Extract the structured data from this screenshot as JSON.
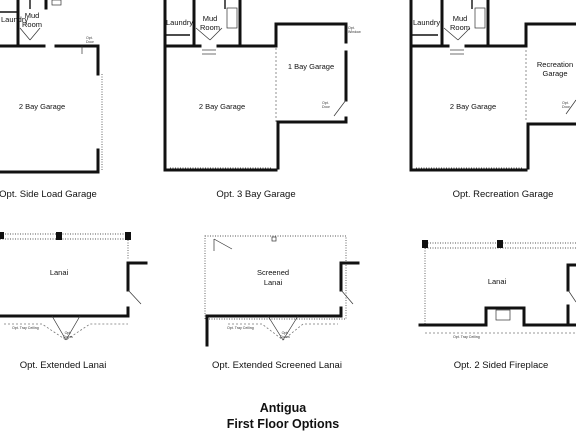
{
  "panels": {
    "side_load": {
      "caption": "Opt. Side Load Garage",
      "rooms": {
        "laundry": "Laundry",
        "mud_room": [
          "Mud",
          "Room"
        ],
        "garage": "2 Bay Garage"
      },
      "notes": {
        "opt_door": [
          "Opt.",
          "Door"
        ]
      }
    },
    "three_bay": {
      "caption": "Opt. 3 Bay Garage",
      "rooms": {
        "laundry": "Laundry",
        "mud_room": [
          "Mud",
          "Room"
        ],
        "garage": "2 Bay Garage",
        "third_bay": "1 Bay Garage"
      },
      "notes": {
        "opt_window": [
          "Opt.",
          "Window"
        ],
        "opt_door": [
          "Opt.",
          "Door"
        ]
      }
    },
    "recreation": {
      "caption": "Opt. Recreation Garage",
      "rooms": {
        "laundry": "Laundry",
        "mud_room": [
          "Mud",
          "Room"
        ],
        "garage": "2 Bay Garage",
        "recreation": [
          "Recreation",
          "Garage"
        ]
      },
      "notes": {
        "opt_door": [
          "Opt.",
          "Door"
        ]
      }
    },
    "extended_lanai": {
      "caption": "Opt. Extended Lanai",
      "rooms": {
        "lanai": "Lanai"
      },
      "notes": {
        "ceiling": "Opt. Tray Ceiling",
        "doors": [
          "Opt.",
          "Doors"
        ]
      }
    },
    "screened_lanai": {
      "caption": "Opt. Extended Screened Lanai",
      "rooms": {
        "lanai": [
          "Screened",
          "Lanai"
        ]
      },
      "notes": {
        "ceiling": "Opt. Tray Ceiling",
        "doors": [
          "Opt.",
          "Doors"
        ]
      }
    },
    "fireplace": {
      "caption": "Opt. 2 Sided Fireplace",
      "rooms": {
        "lanai": "Lanai"
      },
      "notes": {
        "ceiling": "Opt. Tray Ceiling"
      }
    }
  },
  "title": {
    "line1": "Antigua",
    "line2": "First Floor Options"
  }
}
